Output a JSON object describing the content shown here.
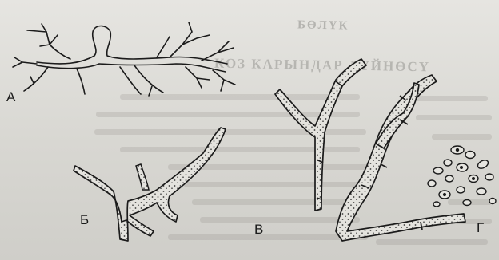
{
  "figure": {
    "labels": {
      "a": "А",
      "b": "Б",
      "v": "В",
      "g": "Г"
    }
  },
  "background_text": {
    "heading_1": "БӨЛҮК",
    "heading_2": "КОЗ КАРЫНДАР ДҮЙНӨСҮ"
  },
  "colors": {
    "ink": "#1b1b1b",
    "paper": "#e2e1dc",
    "bleed": "#8f8e8a"
  }
}
